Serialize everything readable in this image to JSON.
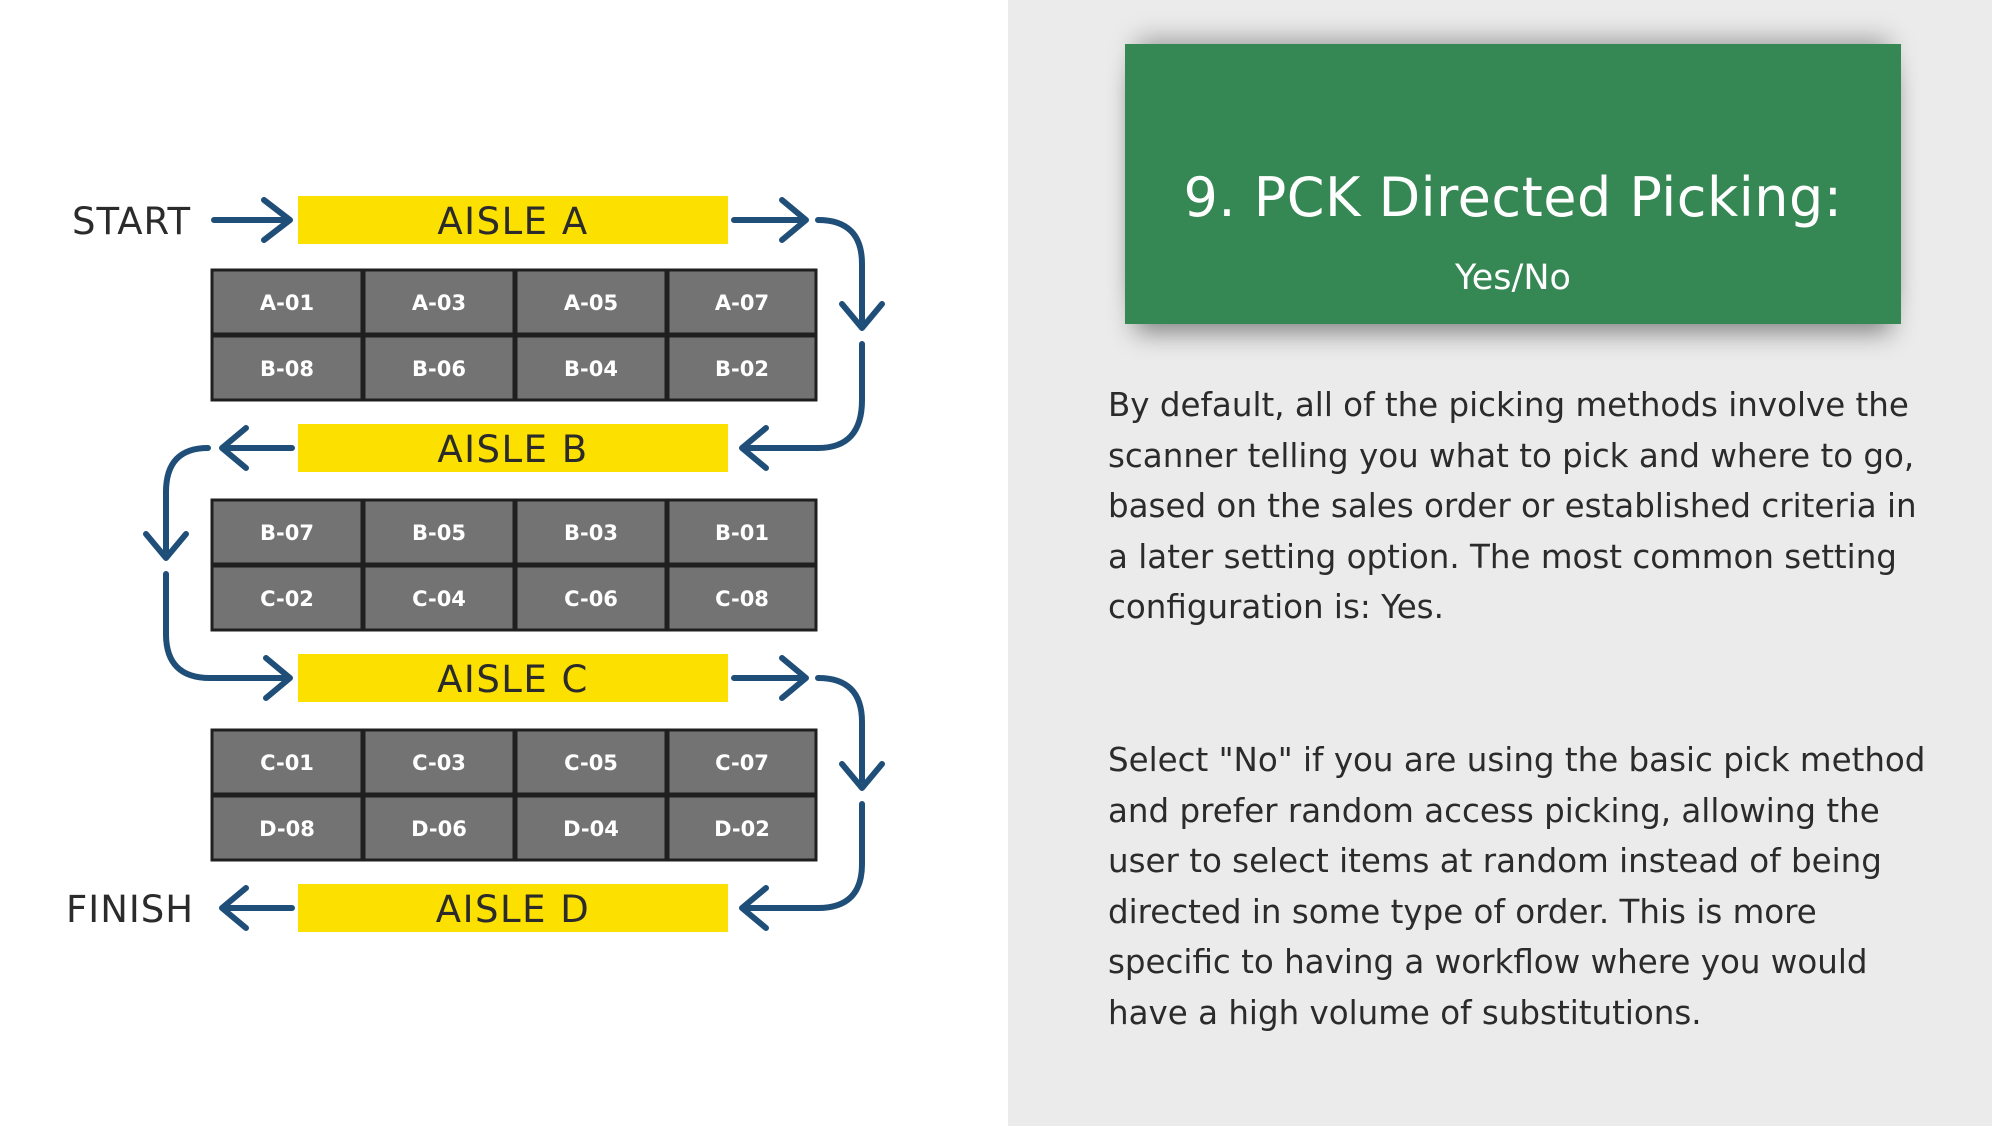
{
  "diagram": {
    "start_label": "START",
    "finish_label": "FINISH",
    "aisles": [
      {
        "label": "AISLE A"
      },
      {
        "label": "AISLE B"
      },
      {
        "label": "AISLE C"
      },
      {
        "label": "AISLE D"
      }
    ],
    "racks": [
      {
        "top_row": [
          "A-01",
          "A-03",
          "A-05",
          "A-07"
        ],
        "bottom_row": [
          "B-08",
          "B-06",
          "B-04",
          "B-02"
        ]
      },
      {
        "top_row": [
          "B-07",
          "B-05",
          "B-03",
          "B-01"
        ],
        "bottom_row": [
          "C-02",
          "C-04",
          "C-06",
          "C-08"
        ]
      },
      {
        "top_row": [
          "C-01",
          "C-03",
          "C-05",
          "C-07"
        ],
        "bottom_row": [
          "D-08",
          "D-06",
          "D-04",
          "D-02"
        ]
      }
    ],
    "colors": {
      "aisle_fill": "#fce000",
      "shelf_fill": "#737373",
      "shelf_border": "#1f1f1f",
      "arrow": "#1f4e79"
    }
  },
  "info": {
    "title": "9. PCK Directed Picking:",
    "subtitle": "Yes/No",
    "title_bg": "#358753",
    "panel_bg": "#ebebeb",
    "paragraph_1": "By default, all of the picking methods involve the scanner telling you what to pick and where to go, based on the sales order or established criteria in a later setting option. The most common setting configuration is: Yes.",
    "paragraph_2": "Select \"No\" if you are using the basic pick method and prefer random access picking, allowing the user to select items at random instead of being directed in some type of order. This is more specific to having a workflow where you would have a high volume of substitutions."
  }
}
